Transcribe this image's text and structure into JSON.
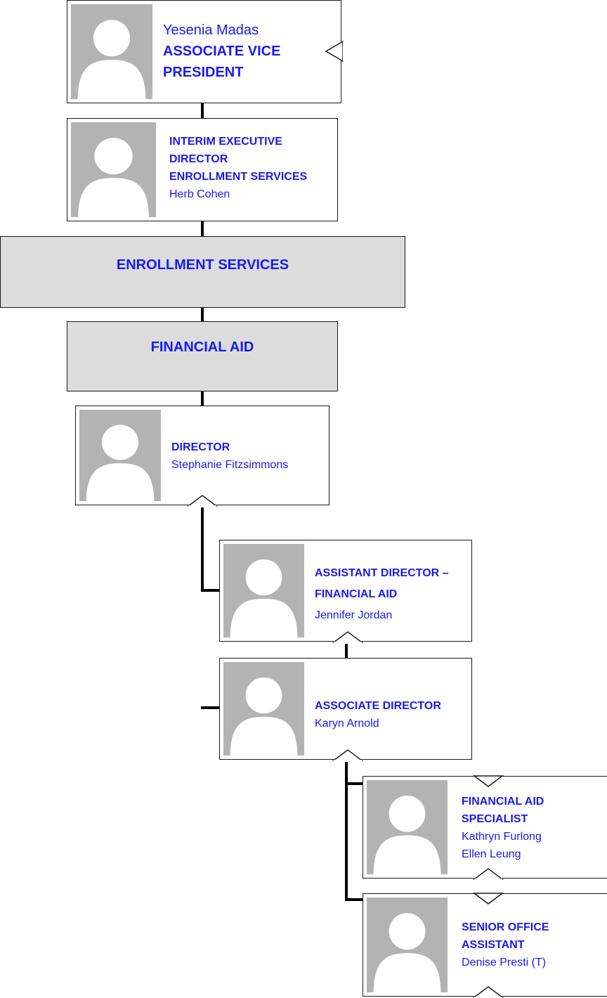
{
  "org_chart": {
    "vp": {
      "name": "Yesenia Madas",
      "title": "ASSOCIATE VICE PRESIDENT"
    },
    "interim": {
      "title_line1": "INTERIM EXECUTIVE DIRECTOR",
      "title_line2": "ENROLLMENT SERVICES",
      "name": "Herb Cohen"
    },
    "dept_enrollment": "ENROLLMENT SERVICES",
    "dept_financial_aid": "FINANCIAL AID",
    "director": {
      "title": "DIRECTOR",
      "name": "Stephanie Fitzsimmons"
    },
    "asst_director": {
      "title_line1": "ASSISTANT DIRECTOR –",
      "title_line2": "FINANCIAL AID",
      "name": "Jennifer Jordan"
    },
    "assoc_director": {
      "title": "ASSOCIATE DIRECTOR",
      "name": "Karyn Arnold"
    },
    "fa_specialist": {
      "title": "FINANCIAL AID SPECIALIST",
      "names": [
        "Kathryn Furlong",
        "Ellen Leung"
      ]
    },
    "senior_office_assistant": {
      "title": "SENIOR OFFICE ASSISTANT",
      "name": "Denise Presti (T)"
    }
  },
  "colors": {
    "text": "#1a1aee",
    "photo_bg": "#b3b3b3",
    "dept_bg": "#dcdcdc",
    "border": "#1a1a1a",
    "connector": "#000000"
  },
  "icons": {
    "photo": "person-silhouette-icon"
  }
}
